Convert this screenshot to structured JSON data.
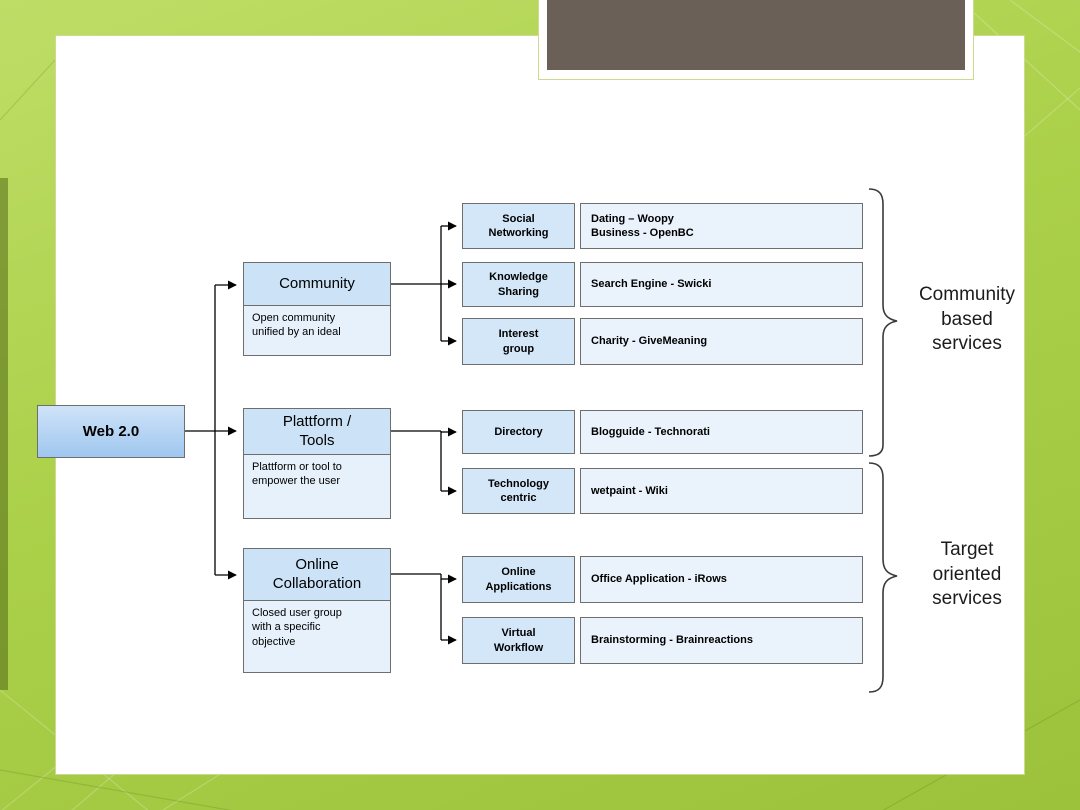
{
  "colors": {
    "background_green": "#abd049",
    "header_block": "#6a6057",
    "root_box_fill": "#9fc7ef",
    "category_fill": "#cbe2f7",
    "description_fill": "#e7f1fb",
    "subcategory_fill": "#d3e7f8",
    "example_fill": "#eaf3fc"
  },
  "diagram": {
    "root_label": "Web 2.0",
    "categories": [
      {
        "title": "Community",
        "description": "Open community\nunified by an ideal"
      },
      {
        "title": "Plattform /\nTools",
        "description": "Plattform or tool to\nempower the user"
      },
      {
        "title": "Online\nCollaboration",
        "description": "Closed user group\nwith a specific\nobjective"
      }
    ],
    "rows": [
      {
        "sub": "Social\nNetworking",
        "example": "Dating – Woopy\nBusiness - OpenBC"
      },
      {
        "sub": "Knowledge\nSharing",
        "example": "Search Engine - Swicki"
      },
      {
        "sub": "Interest\ngroup",
        "example": "Charity - GiveMeaning"
      },
      {
        "sub": "Directory",
        "example": "Blogguide - Technorati"
      },
      {
        "sub": "Technology\ncentric",
        "example": "wetpaint - Wiki"
      },
      {
        "sub": "Online\nApplications",
        "example": "Office Application - iRows"
      },
      {
        "sub": "Virtual\nWorkflow",
        "example": "Brainstorming - Brainreactions"
      }
    ],
    "groups": [
      {
        "label": "Community\nbased\nservices"
      },
      {
        "label": "Target\noriented\nservices"
      }
    ]
  }
}
